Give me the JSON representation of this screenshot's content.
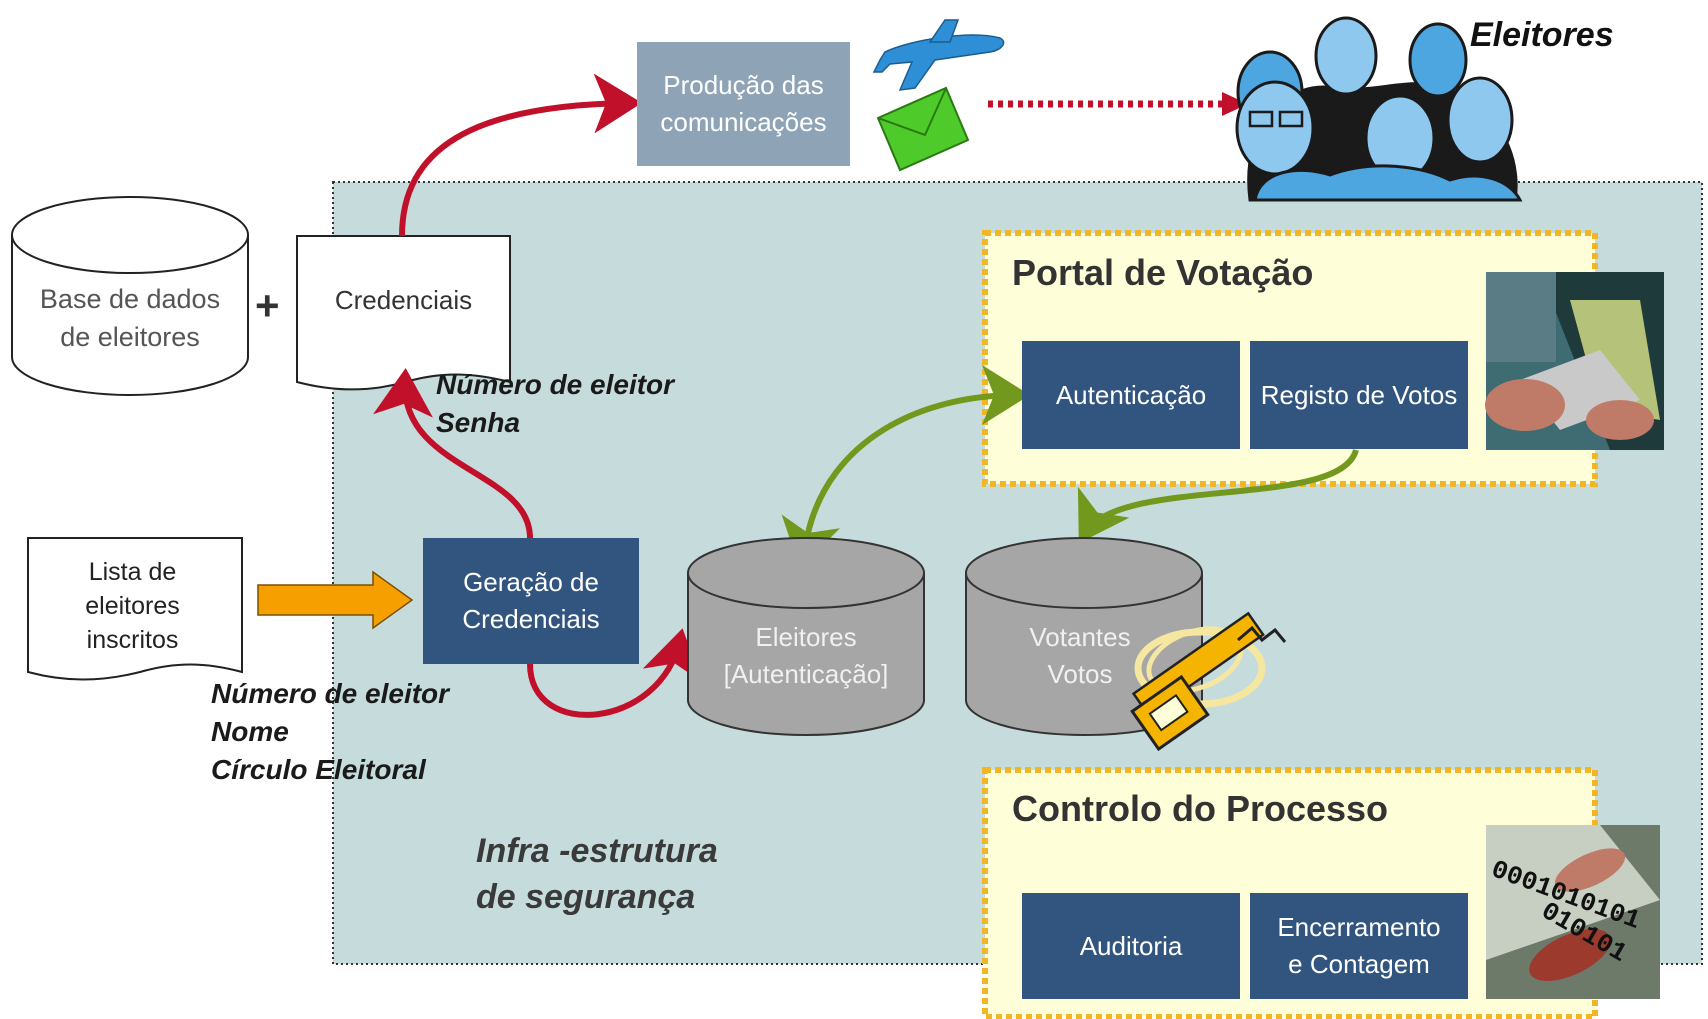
{
  "top": {
    "producao": "Produção das comunicações",
    "eleitores_title": "Eleitores"
  },
  "left": {
    "base_dados": "Base de dados de eleitores",
    "plus": "+",
    "credenciais": "Credenciais",
    "lista": "Lista de eleitores inscritos",
    "lista_fields": [
      "Número de eleitor",
      "Nome",
      "Círculo Eleitoral"
    ],
    "cred_fields": [
      "Número de eleitor",
      "Senha"
    ]
  },
  "infra": {
    "label_line1": "Infra -estrutura",
    "label_line2": "de segurança",
    "geracao": "Geração de Credenciais",
    "db_eleitores": "Eleitores [Autenticação]",
    "db_votantes": "Votantes Votos"
  },
  "portal": {
    "title": "Portal de Votação",
    "autenticacao": "Autenticação",
    "registo": "Registo de Votos"
  },
  "controlo": {
    "title": "Controlo do Processo",
    "auditoria": "Auditoria",
    "encerramento": "Encerramento e Contagem"
  },
  "colors": {
    "infra_bg": "#c6dcdc",
    "navy_box": "#31557e",
    "gray_box": "#8ea3b6",
    "panel_bg": "#fefed8",
    "panel_border": "#f2b524",
    "red_arrow": "#c0102a",
    "green_arrow": "#73981e",
    "orange_arrow": "#f5a000",
    "cylinder_gray": "#a6a6a6"
  },
  "icons": [
    "airplane-icon",
    "envelope-icon",
    "people-icon",
    "key-icon",
    "laptop-photo-icon",
    "binary-handshake-icon"
  ]
}
